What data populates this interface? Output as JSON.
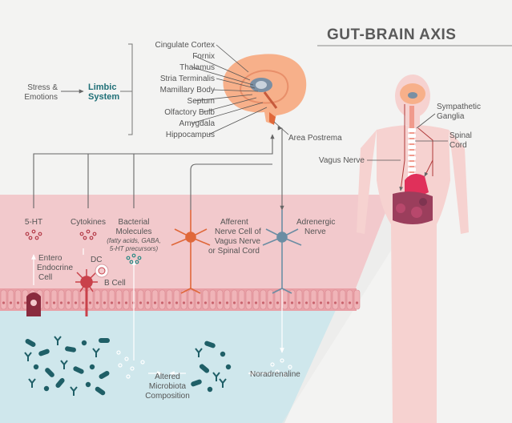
{
  "title": "GUT-BRAIN AXIS",
  "stress_label": [
    "Stress &",
    "Emotions"
  ],
  "limbic_label": [
    "Limbic",
    "System"
  ],
  "brain_regions": [
    "Cingulate Cortex",
    "Fornix",
    "Thalamus",
    "Stria Terminalis",
    "Mamillary Body",
    "Septum",
    "Olfactory Bulb",
    "Amygdala",
    "Hippocampus"
  ],
  "area_postrema": "Area Postrema",
  "body_labels": {
    "sympathetic": [
      "Sympathetic",
      "Ganglia"
    ],
    "spinal_cord": [
      "Spinal",
      "Cord"
    ],
    "vagus_nerve": "Vagus Nerve"
  },
  "gut_labels": {
    "ht5": "5-HT",
    "cytokines": "Cytokines",
    "bacterial": [
      "Bacterial",
      "Molecules"
    ],
    "bacterial_sub": [
      "(fatty acids, GABA,",
      "5-HT precursors)"
    ],
    "afferent": [
      "Afferent",
      "Nerve Cell of",
      "Vagus Nerve",
      "or Spinal Cord"
    ],
    "adrenergic": [
      "Adrenergic",
      "Nerve"
    ],
    "entero": [
      "Entero",
      "Endocrine",
      "Cell"
    ],
    "dc": "DC",
    "bcell": "B Cell",
    "altered": [
      "Altered",
      "Microbiota",
      "Composition"
    ],
    "noradrenaline": "Noradrenaline"
  },
  "colors": {
    "background": "#f3f3f2",
    "gut_pink": "#f2c9cc",
    "lumen_blue": "#cfe7ec",
    "brain": "#f7b08a",
    "accent_teal": "#1f6f77",
    "neuron_orange": "#e0683a",
    "neuron_blue": "#6b8da3",
    "body": "#f6d2d0"
  }
}
